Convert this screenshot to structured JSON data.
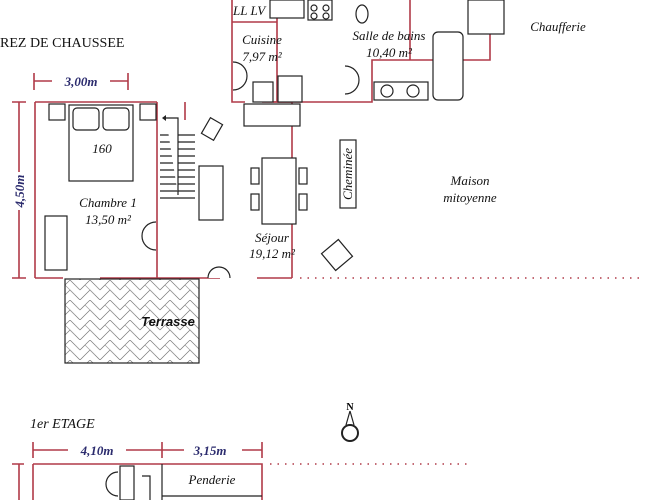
{
  "floors": {
    "ground": {
      "title": "REZ DE CHAUSSEE",
      "dim_width": "3,00m",
      "dim_height": "4,50m",
      "rooms": {
        "laundry": "LL LV",
        "kitchen": {
          "name": "Cuisine",
          "area": "7,97 m²"
        },
        "bathroom": {
          "name": "Salle de bains",
          "area": "10,40 m²"
        },
        "boiler": "Chaufferie",
        "bedroom": {
          "name": "Chambre 1",
          "area": "13,50 m²",
          "bed": "160"
        },
        "living": {
          "name": "Séjour",
          "area": "19,12 m²"
        },
        "fireplace": "Cheminée",
        "neighbor": {
          "line1": "Maison",
          "line2": "mitoyenne"
        },
        "terrace": "Terrasse"
      }
    },
    "first": {
      "title": "1er ETAGE",
      "dim_a": "4,10m",
      "dim_b": "3,15m",
      "rooms": {
        "wardrobe": "Penderie"
      }
    }
  },
  "compass": "N",
  "colors": {
    "wall": "#b03a48",
    "dimension_text": "#2c2c6e"
  }
}
